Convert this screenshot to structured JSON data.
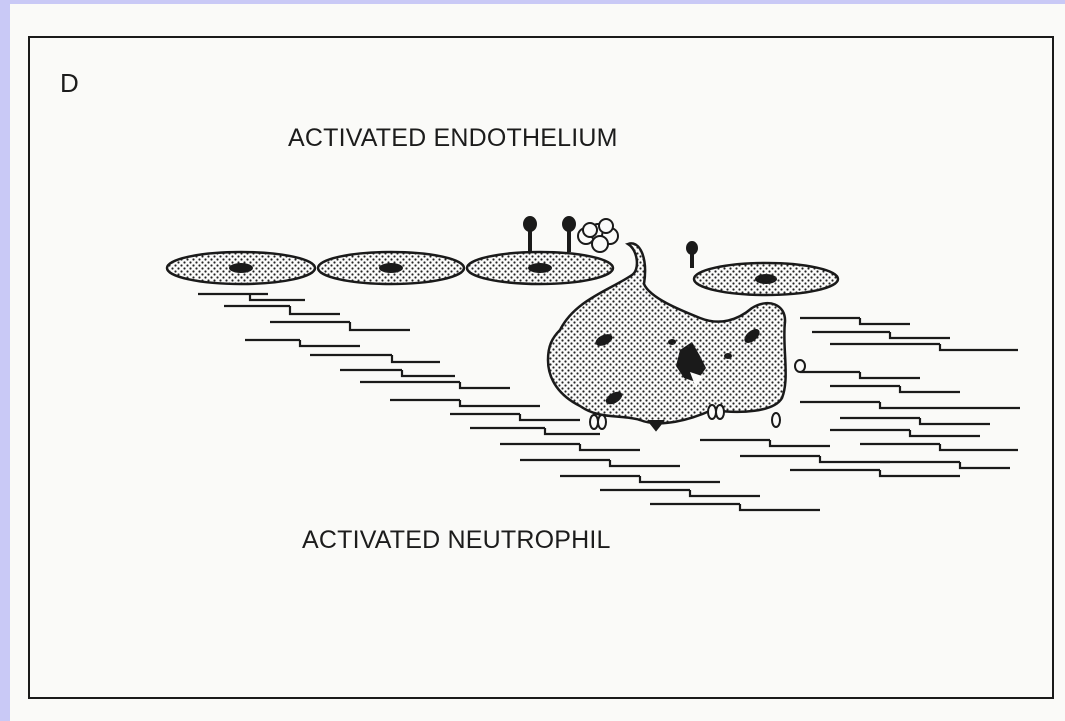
{
  "figure": {
    "panel_letter": "D",
    "top_label": "ACTIVATED ENDOTHELIUM",
    "bottom_label": "ACTIVATED NEUTROPHIL"
  },
  "colors": {
    "background": "#c9c9f6",
    "paper": "#fafaf8",
    "ink": "#1a1a1a"
  }
}
